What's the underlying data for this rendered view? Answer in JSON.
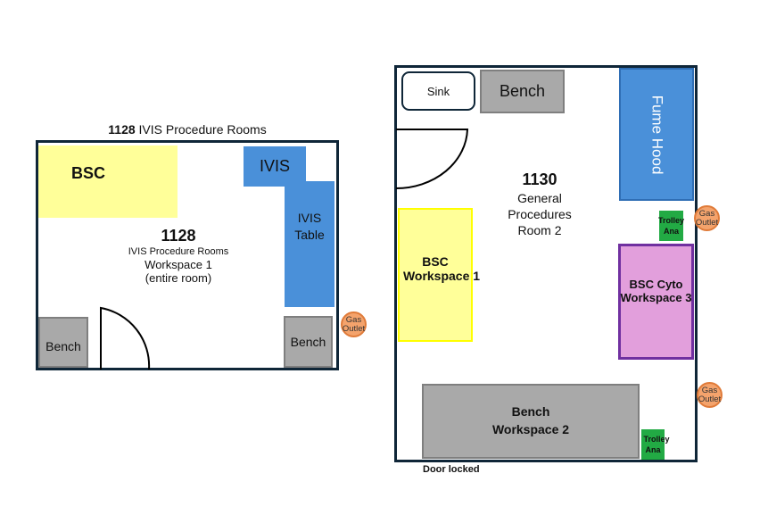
{
  "room_1128": {
    "caption_number": "1128",
    "caption_text": " IVIS Procedure Rooms",
    "number": "1128",
    "subtitle": "IVIS Procedure Rooms",
    "workspace": "Workspace 1",
    "scope": "(entire room)",
    "bsc_label": "BSC",
    "ivis_label": "IVIS",
    "ivis_table_line1": "IVIS",
    "ivis_table_line2": "Table",
    "bench_left": "Bench",
    "bench_right": "Bench",
    "gas_line1": "Gas",
    "gas_line2": "Outlet"
  },
  "room_1130": {
    "number": "1130",
    "name_line1": "General",
    "name_line2": "Procedures",
    "name_line3": "Room 2",
    "sink": "Sink",
    "bench_top": "Bench",
    "fume_hood": "Fume Hood",
    "bsc_ws1_line1": "BSC",
    "bsc_ws1_line2": "Workspace 1",
    "bsc_cyto_line1": "BSC Cyto",
    "bsc_cyto_line2": "Workspace 3",
    "bench_ws2_line1": "Bench",
    "bench_ws2_line2": "Workspace 2",
    "trolley_top_line1": "Trolley",
    "trolley_top_line2": "Ana",
    "trolley_bottom_line1": "Trolley",
    "trolley_bottom_line2": "Ana",
    "gas_top_line1": "Gas",
    "gas_top_line2": "Outlet",
    "gas_bottom_line1": "Gas",
    "gas_bottom_line2": "Outlet",
    "door_note": "Door locked"
  },
  "colors": {
    "wall": "#0f2638",
    "bsc": "#ffff99",
    "ivis": "#4a90d9",
    "bench": "#a9a9a9",
    "trolley": "#22aa44",
    "cyto": "#e29fdc",
    "gas": "#f4a36c"
  }
}
